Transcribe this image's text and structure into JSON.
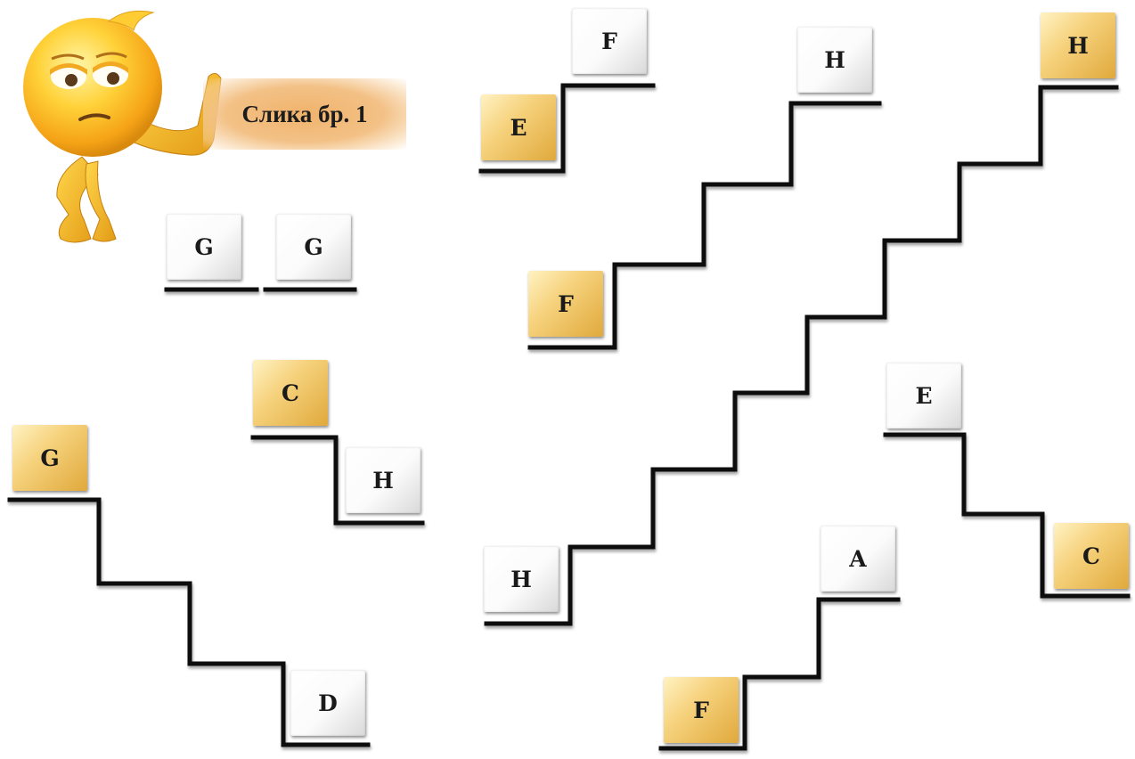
{
  "title_label": "Слика бр. 1",
  "cards": [
    {
      "text": "G",
      "style": "white"
    },
    {
      "text": "G",
      "style": "white"
    },
    {
      "text": "E",
      "style": "gold"
    },
    {
      "text": "F",
      "style": "white"
    },
    {
      "text": "F",
      "style": "gold"
    },
    {
      "text": "H",
      "style": "white"
    },
    {
      "text": "H",
      "style": "gold"
    },
    {
      "text": "G",
      "style": "gold"
    },
    {
      "text": "D",
      "style": "white"
    },
    {
      "text": "C",
      "style": "gold"
    },
    {
      "text": "H",
      "style": "white"
    },
    {
      "text": "H",
      "style": "white"
    },
    {
      "text": "E",
      "style": "white"
    },
    {
      "text": "C",
      "style": "gold"
    },
    {
      "text": "A",
      "style": "white"
    },
    {
      "text": "F",
      "style": "gold"
    }
  ],
  "colors": {
    "card_gold": "#f2c766",
    "card_white": "#ffffff",
    "stair_line": "#111111",
    "label_bg": "#f0b36c"
  },
  "icons": [
    "bored-emoji-icon"
  ]
}
